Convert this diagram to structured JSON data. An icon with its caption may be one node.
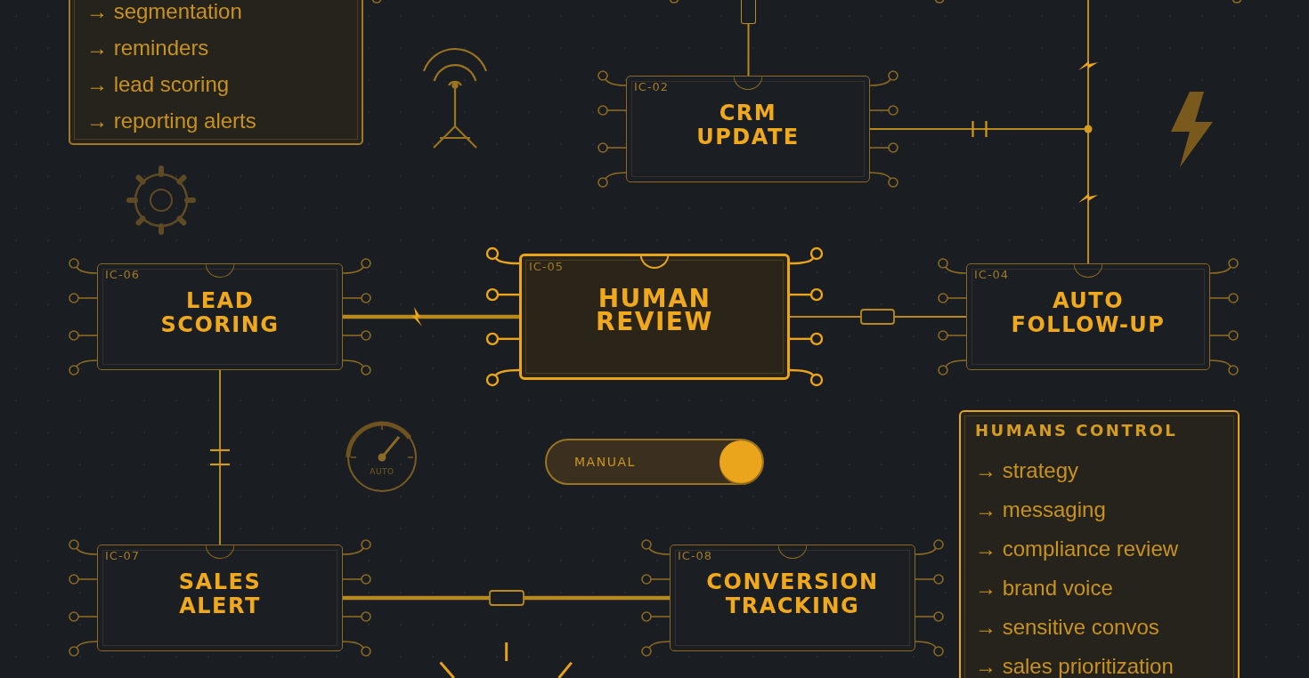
{
  "diagram": {
    "nodes": [
      {
        "text": [
          "→ segmentation",
          "→ reminders",
          "→ lead scoring",
          "→ reporting alerts"
        ]
      },
      {
        "text": [],
        "shape": "box"
      },
      {
        "text": [
          "IC-02",
          "CRM UPDATE"
        ]
      },
      {
        "text": [
          "IC-06",
          "LEAD SCORING"
        ]
      },
      {
        "text": [
          "IC-05",
          "HUMAN REVIEW"
        ]
      },
      {
        "text": [
          "IC-04",
          "AUTO FOLLOW-UP"
        ]
      },
      {
        "text": [
          "MANUAL"
        ]
      },
      {
        "text": [
          "HUMANS CONTROL",
          "→ strategy",
          "→ messaging",
          "→ compliance review",
          "→ brand voice",
          "→ sensitive convos",
          "→ sales prioritization"
        ]
      },
      {
        "text": [
          "IC-07",
          "SALES ALERT"
        ]
      },
      {
        "text": [
          "IC-08",
          "CONVERSION TRACKING"
        ]
      }
    ],
    "edges": [
      {
        "from": 1,
        "to": 2,
        "arrow": "none"
      },
      {
        "from": 2,
        "to": 5,
        "arrow": "none"
      },
      {
        "from": null,
        "to": 5,
        "arrow": "none"
      },
      {
        "from": 4,
        "to": 3,
        "arrow": "none",
        "style": "thick"
      },
      {
        "from": 4,
        "to": 5,
        "arrow": "none"
      },
      {
        "from": 3,
        "to": 8,
        "arrow": "none"
      },
      {
        "from": 8,
        "to": 9,
        "arrow": "none",
        "style": "thick"
      }
    ],
    "labels": [
      "AUTO"
    ]
  }
}
